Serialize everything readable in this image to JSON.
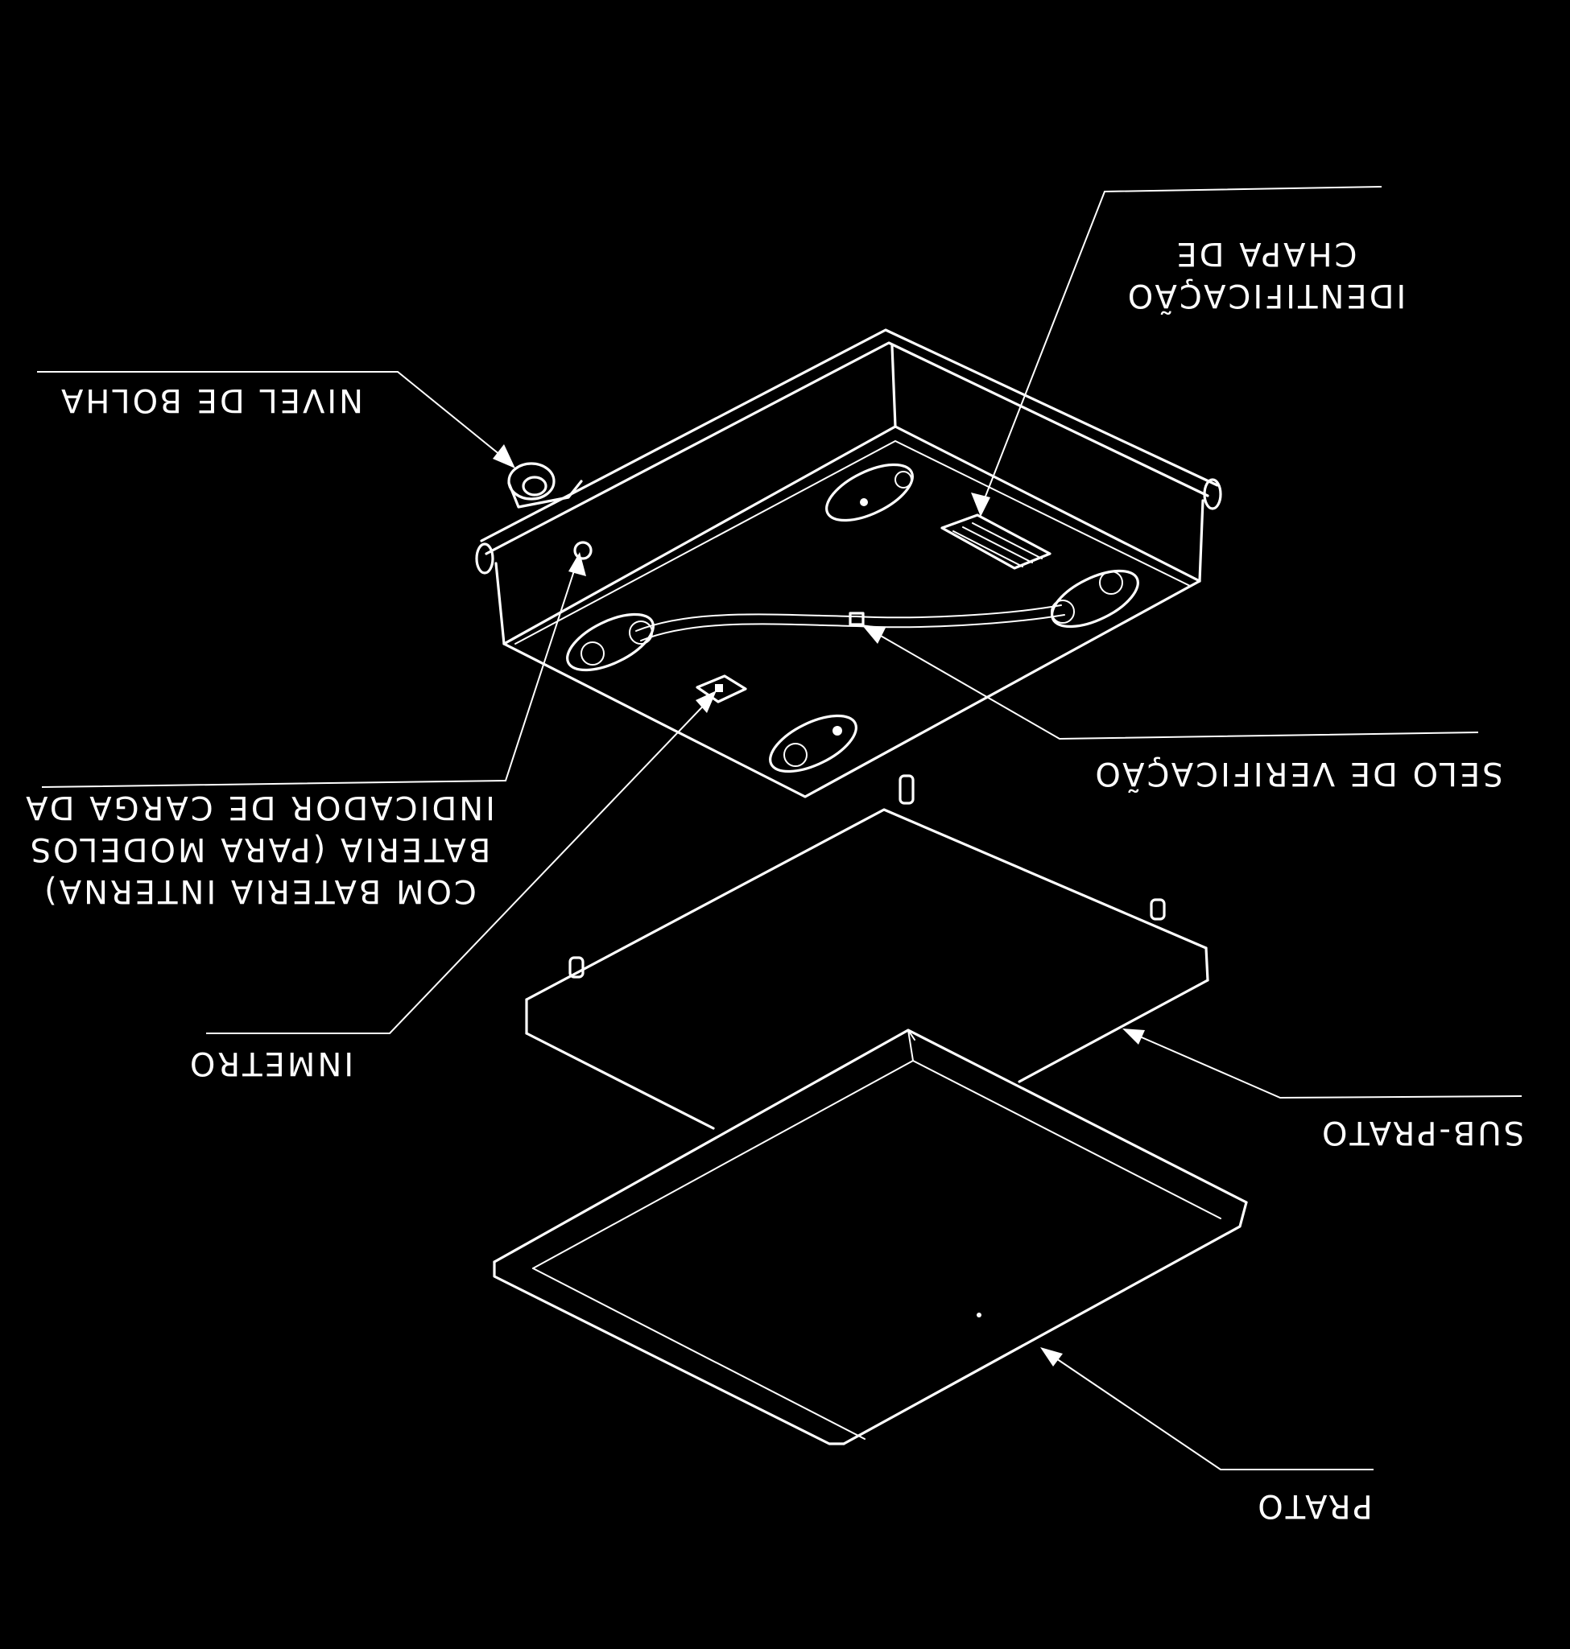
{
  "labels": {
    "chapa_line1": "IDENTIFICAÇÃO",
    "chapa_line2": "CHAPA DE",
    "nivel": "NIVEL DE BOLHA",
    "bateria_line1": "COM BATERIA INTERNA)",
    "bateria_line2": "BATERIA (PARA MODELOS",
    "bateria_line3": "INDICADOR DE CARGA DA",
    "selo": "SELO DE VERIFICAÇÃO",
    "inmetro": "INMETRO",
    "subprato": "SUB-PRATO",
    "prato": "PRATO"
  },
  "colors": {
    "background": "#000000",
    "lines": "#ffffff"
  }
}
